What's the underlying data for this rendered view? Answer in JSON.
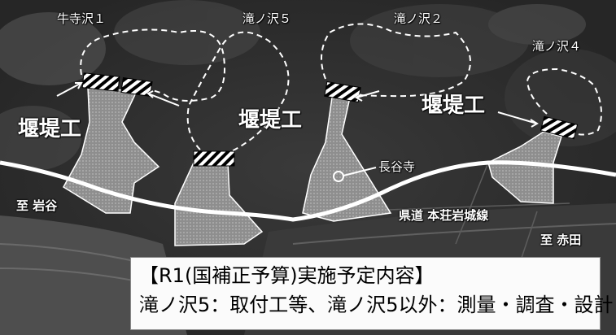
{
  "labels": {
    "ushiterasawa1": "牛寺沢１",
    "takinosawa5": "滝ノ沢５",
    "takinosawa2": "滝ノ沢２",
    "takinosawa4": "滝ノ沢４",
    "entei_left": "堰堤工",
    "entei_center": "堰堤工",
    "entei_right": "堰堤工",
    "chokokuji": "長谷寺",
    "to_iwaya": "至 岩谷",
    "kendo": "県道 本荘岩城線",
    "to_akata": "至 赤田"
  },
  "caption": {
    "line1": "【R1(国補正予算)実施予定内容】",
    "line2": "滝ノ沢5：取付工等、滝ノ沢5以外：測量・調査・設計"
  },
  "colors": {
    "road": "#ffffff",
    "area_fill": "#9a9a9a",
    "dashed_boundary": "#ffffff",
    "dam_stripe": "#000000"
  }
}
